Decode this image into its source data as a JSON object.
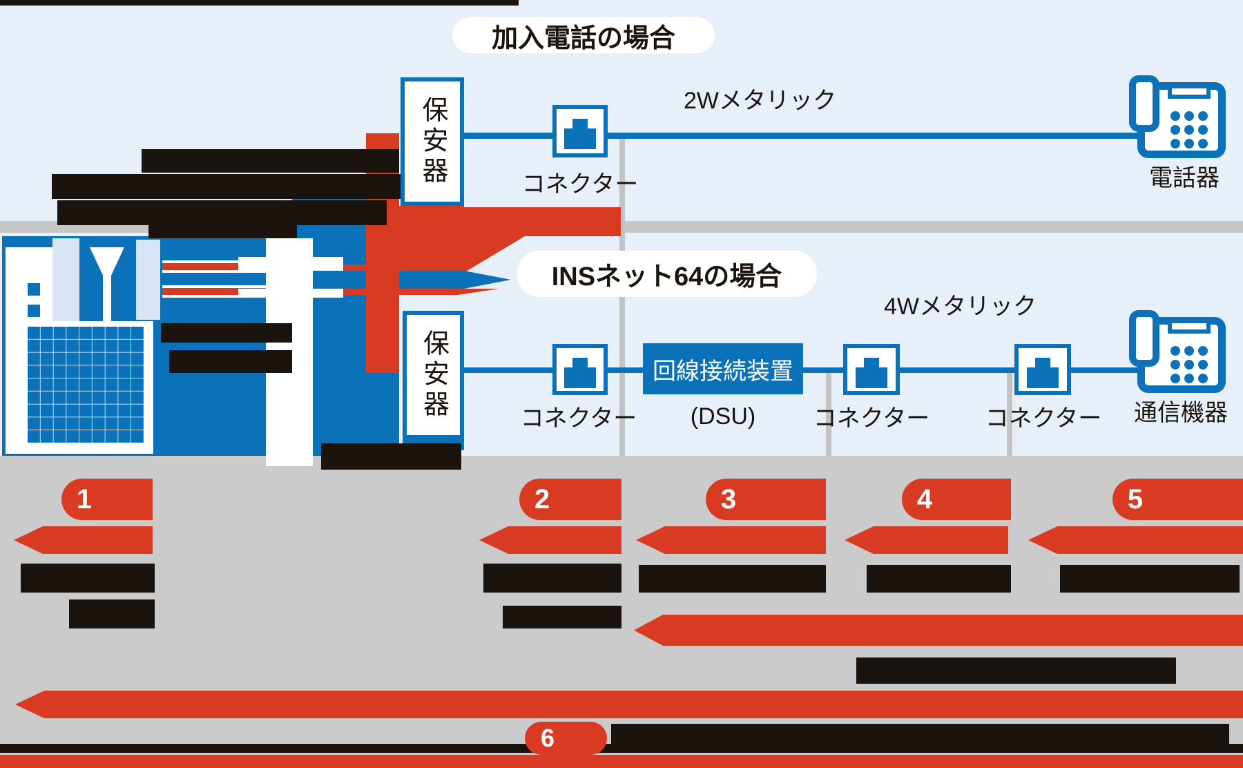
{
  "titles": {
    "analog": "加入電話の場合",
    "isdn": "INSネット64の場合"
  },
  "labels": {
    "protector": "保安器",
    "connector": "コネクター",
    "line_2w": "2Wメタリック",
    "line_4w": "4Wメタリック",
    "phone": "電話器",
    "terminal": "通信機器",
    "dsu_box": "回線接続装置",
    "dsu_sub": "(DSU)"
  },
  "steps": {
    "s1": "1",
    "s2": "2",
    "s3": "3",
    "s4": "4",
    "s5": "5",
    "s6": "6"
  },
  "colors": {
    "blue": "#0b72b9",
    "red": "#d83b22",
    "light_blue": "#e7eff9",
    "gray": "#cbcbcb",
    "divider_gray": "#c3c3c3",
    "black": "#1b140e"
  }
}
